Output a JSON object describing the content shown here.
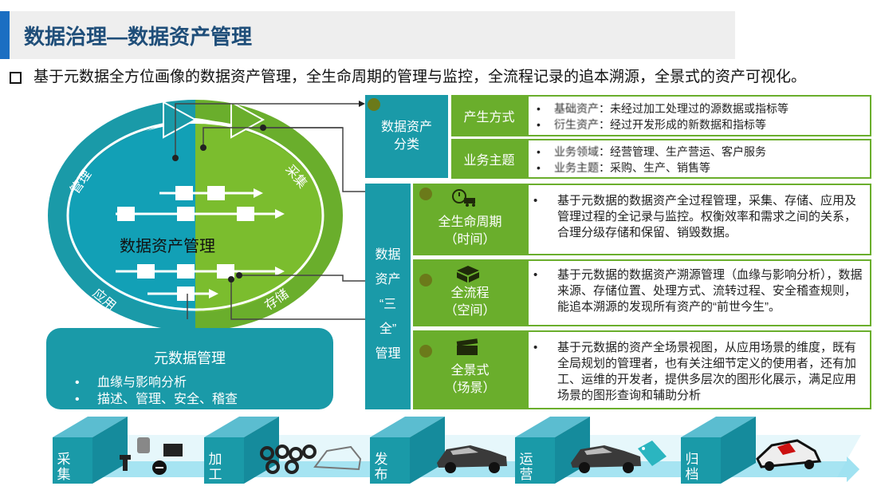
{
  "header": {
    "title": "数据治理—数据资产管理"
  },
  "intro": {
    "text": "基于元数据全方位画像的数据资产管理，全生命周期的管理与监控，全流程记录的追本溯源，全景式的资产可视化。"
  },
  "cycle": {
    "center_label": "数据资产管理",
    "labels": {
      "manage": "管理",
      "collect": "采集",
      "apply": "应用",
      "store": "存储"
    },
    "colors": {
      "teal": "#1a9aa8",
      "green": "#6aae2c"
    }
  },
  "meta": {
    "title": "元数据管理",
    "items": [
      "血缘与影响分析",
      "描述、管理、安全、稽查"
    ]
  },
  "classification": {
    "title": "数据资产分类",
    "rows": [
      {
        "label": "产生方式",
        "items": [
          {
            "key": "基础资产",
            "text": "：未经过加工处理过的源数据或指标等"
          },
          {
            "key": "衍生资产",
            "text": "：经过开发形成的新数据和指标等"
          }
        ]
      },
      {
        "label": "业务主题",
        "items": [
          {
            "key": "业务领域",
            "text": "：经营管理、生产营运、客户服务"
          },
          {
            "key": "业务主题",
            "text": "：采购、生产、销售等"
          }
        ]
      }
    ]
  },
  "three_all": {
    "title_lines": [
      "数据",
      "资产",
      "“三",
      "全”",
      "管理"
    ],
    "rows": [
      {
        "label_main": "全生命周期",
        "label_sub": "（时间）",
        "icon": "clock-truck-icon",
        "desc": "基于元数据的数据资产全过程管理，采集、存储、应用及管理过程的全记录与监控。权衡效率和需求之间的关系，合理分级存储和保留、销毁数据。"
      },
      {
        "label_main": "全流程",
        "label_sub": "（空间）",
        "icon": "box-icon",
        "desc": "基于元数据的数据资产溯源管理（血缘与影响分析），数据来源、存储位置、处理方式、流转过程、安全稽查规则，能追本溯源的发现所有资产的“前世今生”。"
      },
      {
        "label_main": "全景式",
        "label_sub": "（场景）",
        "icon": "clapper-icon",
        "desc": "基于元数据的资产全场景视图，从应用场景的维度，既有全局规划的管理者，也有关注细节定义的使用者，还有加工、运维的开发者，提供多层次的图形化展示，满足应用场景的图形查询和辅助分析"
      }
    ]
  },
  "process": {
    "stages": [
      {
        "label": "采集",
        "icon": "parts-icon"
      },
      {
        "label": "加工",
        "icon": "tires-car-frame-icon"
      },
      {
        "label": "发布",
        "icon": "car-icon"
      },
      {
        "label": "运营",
        "icon": "car-price-tag-icon"
      },
      {
        "label": "归档",
        "icon": "wrecked-car-icon"
      }
    ]
  }
}
